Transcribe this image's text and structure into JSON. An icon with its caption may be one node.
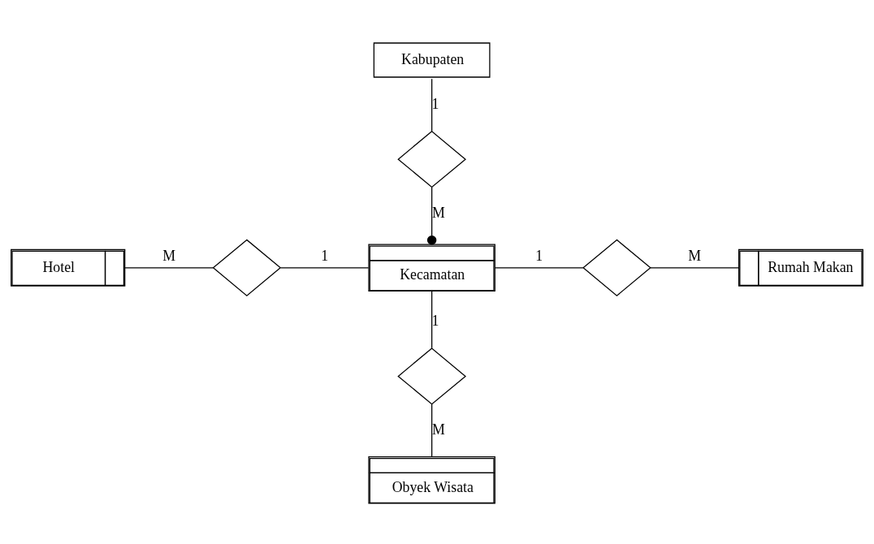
{
  "diagram": {
    "nodes": [
      {
        "text": [
          "Kabupaten"
        ]
      },
      {
        "text": [],
        "shape": "diamond"
      },
      {
        "text": [
          "Hotel"
        ]
      },
      {
        "text": [],
        "shape": "diamond"
      },
      {
        "text": [
          "Kecamatan"
        ]
      },
      {
        "text": [],
        "shape": "diamond"
      },
      {
        "text": [
          "Rumah Makan"
        ]
      },
      {
        "text": [],
        "shape": "diamond"
      },
      {
        "text": [
          "Obyek Wisata"
        ]
      }
    ],
    "edges": [
      {
        "from": 0,
        "to": 1,
        "arrow": "none",
        "label": "1"
      },
      {
        "from": 1,
        "to": 4,
        "arrow": "other",
        "label": "M"
      },
      {
        "from": 2,
        "to": 3,
        "arrow": "none",
        "label": "M"
      },
      {
        "from": 3,
        "to": 4,
        "arrow": "none",
        "label": "1"
      },
      {
        "from": 4,
        "to": 5,
        "arrow": "none",
        "label": "1"
      },
      {
        "from": 5,
        "to": 6,
        "arrow": "none",
        "label": "M"
      },
      {
        "from": 4,
        "to": 7,
        "arrow": "none",
        "label": "1"
      },
      {
        "from": 7,
        "to": 8,
        "arrow": "none",
        "label": "M"
      }
    ]
  }
}
